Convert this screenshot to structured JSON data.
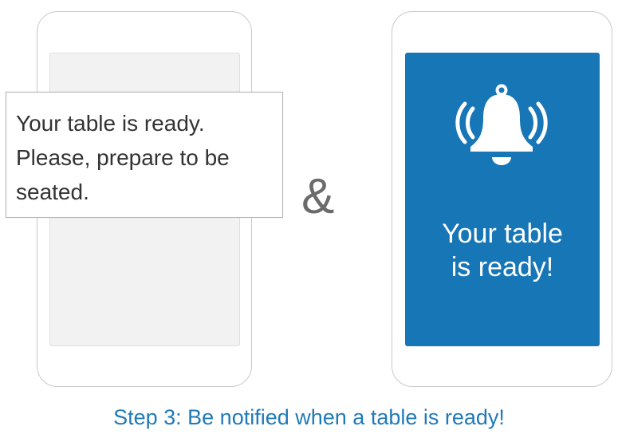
{
  "sms_popup": {
    "lines": [
      "Your table is ready.",
      "Please, prepare to be",
      "seated."
    ]
  },
  "connector": "&",
  "notification": {
    "icon": "bell-ringing-icon",
    "lines": [
      "Your table",
      "is ready!"
    ],
    "background_color": "#1776b6",
    "text_color": "#ffffff"
  },
  "caption": "Step 3: Be notified when a table is ready!",
  "colors": {
    "caption": "#1f7ab9",
    "phone_border": "#c9c9c9",
    "screen_left": "#f2f2f2"
  }
}
